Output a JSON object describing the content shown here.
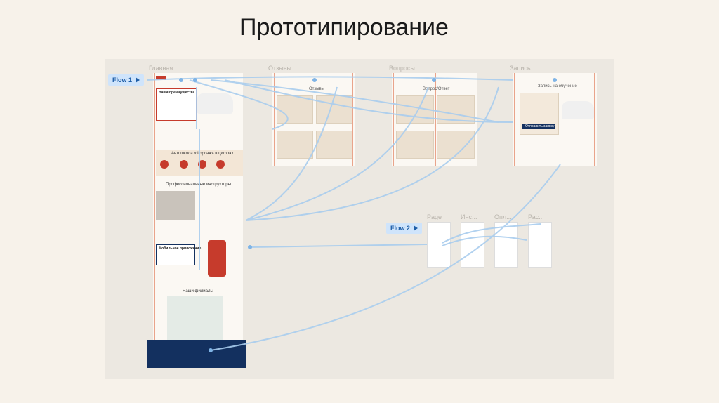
{
  "slide": {
    "title": "Прототипирование"
  },
  "flows": [
    {
      "label": "Flow 1"
    },
    {
      "label": "Flow 2"
    }
  ],
  "frames": {
    "main": "Главная",
    "reviews": "Отзывы",
    "questions": "Вопросы",
    "signup": "Запись",
    "page": "Page",
    "instructors": "Инс...",
    "payment": "Опл...",
    "schedule": "Рас..."
  },
  "main_screen": {
    "advantages_title": "Наши преимущества",
    "stats_title": "Автошкола «Форсаж» в цифрах",
    "instructors_title": "Профессиональные инструкторы",
    "mobile_title": "Мобильное приложение",
    "branches_title": "Наши филиалы"
  },
  "reviews_screen": {
    "title": "Отзывы"
  },
  "questions_screen": {
    "title": "Вопрос/Ответ"
  },
  "signup_screen": {
    "title": "Запись на обучение",
    "submit": "Отправить заявку"
  },
  "colors": {
    "accent_red": "#c63b2c",
    "flow_blue": "#1e5ea8",
    "link_blue": "#a9cdee",
    "footer_navy": "#13305f"
  }
}
